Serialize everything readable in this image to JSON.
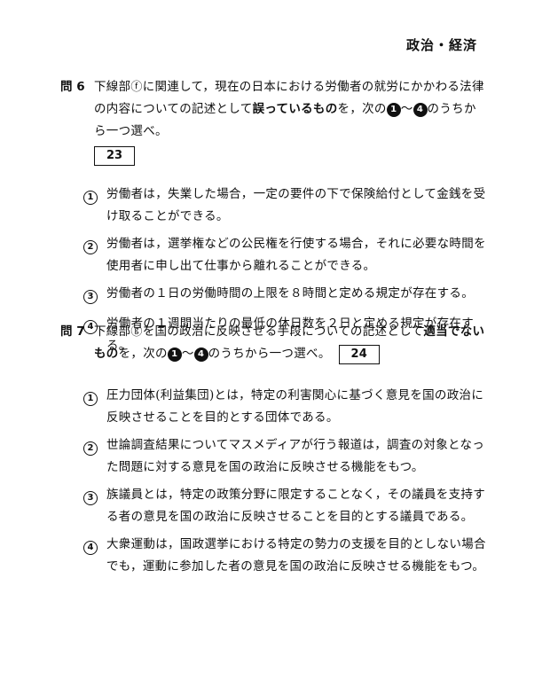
{
  "header": {
    "title": "政治・経済"
  },
  "q6": {
    "label": "問 6",
    "text_1": "下線部",
    "anchor": "ⓕ",
    "text_2": "に関連して，現在の日本における労働者の就労にかかわる法律の内容についての記述として",
    "emphasis": "誤っているもの",
    "text_3": "を，次の",
    "range_start": "1",
    "range_sep": "〜",
    "range_end": "4",
    "text_4": "のうちから一つ選べ。",
    "answer_box": "23",
    "options": [
      {
        "num": "1",
        "text": "労働者は，失業した場合，一定の要件の下で保険給付として金銭を受け取ることができる。"
      },
      {
        "num": "2",
        "text": "労働者は，選挙権などの公民権を行使する場合，それに必要な時間を使用者に申し出て仕事から離れることができる。"
      },
      {
        "num": "3",
        "text": "労働者の１日の労働時間の上限を８時間と定める規定が存在する。"
      },
      {
        "num": "4",
        "text": "労働者の１週間当たりの最低の休日数を２日と定める規定が存在する。"
      }
    ]
  },
  "q7": {
    "label": "問 7",
    "text_1": "下線部",
    "anchor": "ⓖ",
    "text_2": "を国の政治に反映させる手段についての記述として",
    "emphasis": "適当でないもの",
    "text_3": "を，次の",
    "range_start": "1",
    "range_sep": "〜",
    "range_end": "4",
    "text_4": "のうちから一つ選べ。",
    "answer_box": "24",
    "options": [
      {
        "num": "1",
        "text": "圧力団体(利益集団)とは，特定の利害関心に基づく意見を国の政治に反映させることを目的とする団体である。"
      },
      {
        "num": "2",
        "text": "世論調査結果についてマスメディアが行う報道は，調査の対象となった問題に対する意見を国の政治に反映させる機能をもつ。"
      },
      {
        "num": "3",
        "text": "族議員とは，特定の政策分野に限定することなく，その議員を支持する者の意見を国の政治に反映させることを目的とする議員である。"
      },
      {
        "num": "4",
        "text": "大衆運動は，国政選挙における特定の勢力の支援を目的としない場合でも，運動に参加した者の意見を国の政治に反映させる機能をもつ。"
      }
    ]
  }
}
